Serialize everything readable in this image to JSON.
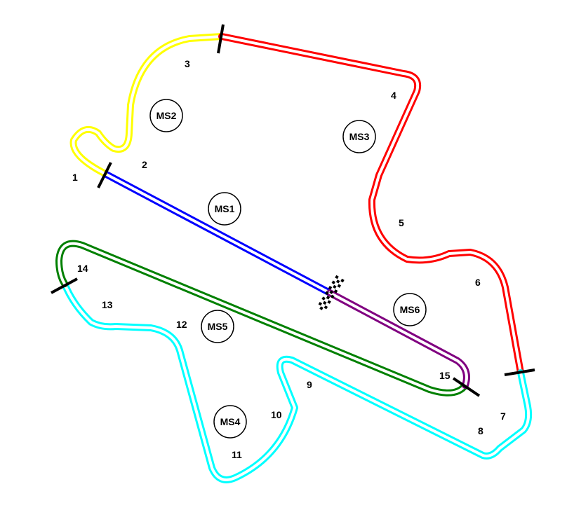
{
  "sectors": [
    {
      "label": "MS1",
      "color": "#0000ff"
    },
    {
      "label": "MS2",
      "color": "#ffff00"
    },
    {
      "label": "MS3",
      "color": "#ff0000"
    },
    {
      "label": "MS4",
      "color": "#00ffff"
    },
    {
      "label": "MS5",
      "color": "#008000"
    },
    {
      "label": "MS6",
      "color": "#800080"
    }
  ],
  "turns": [
    "1",
    "2",
    "3",
    "4",
    "5",
    "6",
    "7",
    "8",
    "9",
    "10",
    "11",
    "12",
    "13",
    "14",
    "15"
  ]
}
